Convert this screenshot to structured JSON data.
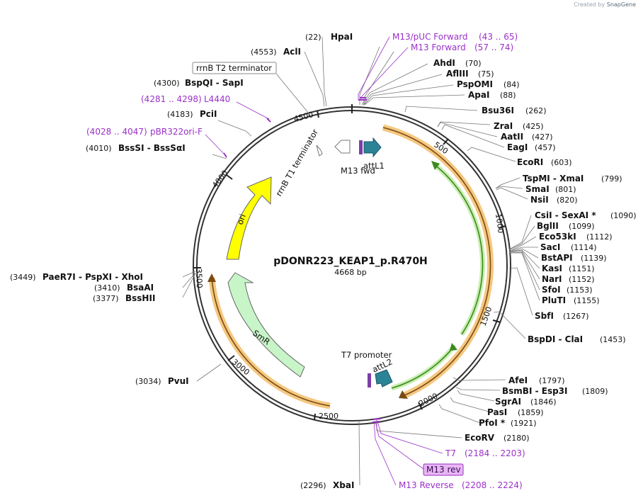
{
  "credit": {
    "prefix": "Created by",
    "brand": "SnapGene"
  },
  "plasmid": {
    "name": "pDONR223_KEAP1_p.R470H",
    "length_label": "4668 bp"
  },
  "enzymes": [
    {
      "pos": "(22)",
      "name": "HpaI"
    },
    {
      "pos": "(4553)",
      "name": "AclI"
    },
    {
      "pos": "(4300)",
      "name": "BspQI  -  SapI"
    },
    {
      "pos": "(4183)",
      "name": "PciI"
    },
    {
      "pos": "(4010)",
      "name": "BssSI  -  BssSαI"
    },
    {
      "pos": "(3449)",
      "name": "PaeR7I  -  PspXI  -  XhoI"
    },
    {
      "pos": "(3410)",
      "name": "BsaAI"
    },
    {
      "pos": "(3377)",
      "name": "BssHII"
    },
    {
      "pos": "(3034)",
      "name": "PvuI"
    },
    {
      "pos": "(2296)",
      "name": "XbaI"
    },
    {
      "pos": "(70)",
      "name": "AhdI"
    },
    {
      "pos": "(75)",
      "name": "AflIII"
    },
    {
      "pos": "(84)",
      "name": "PspOMI"
    },
    {
      "pos": "(88)",
      "name": "ApaI"
    },
    {
      "pos": "(262)",
      "name": "Bsu36I"
    },
    {
      "pos": "(425)",
      "name": "ZraI"
    },
    {
      "pos": "(427)",
      "name": "AatII"
    },
    {
      "pos": "(457)",
      "name": "EagI"
    },
    {
      "pos": "(603)",
      "name": "EcoRI"
    },
    {
      "pos": "(799)",
      "name": "TspMI  -  XmaI"
    },
    {
      "pos": "(801)",
      "name": "SmaI"
    },
    {
      "pos": "(820)",
      "name": "NsiI"
    },
    {
      "pos": "(1090)",
      "name": "CsiI  -  SexAI *"
    },
    {
      "pos": "(1099)",
      "name": "BglII"
    },
    {
      "pos": "(1112)",
      "name": "Eco53kI"
    },
    {
      "pos": "(1114)",
      "name": "SacI"
    },
    {
      "pos": "(1139)",
      "name": "BstAPI"
    },
    {
      "pos": "(1151)",
      "name": "KasI"
    },
    {
      "pos": "(1152)",
      "name": "NarI"
    },
    {
      "pos": "(1153)",
      "name": "SfoI"
    },
    {
      "pos": "(1155)",
      "name": "PluTI"
    },
    {
      "pos": "(1267)",
      "name": "SbfI"
    },
    {
      "pos": "(1453)",
      "name": "BspDI  -  ClaI"
    },
    {
      "pos": "(1797)",
      "name": "AfeI"
    },
    {
      "pos": "(1809)",
      "name": "BsmBI  -  Esp3I"
    },
    {
      "pos": "(1846)",
      "name": "SgrAI"
    },
    {
      "pos": "(1859)",
      "name": "PasI"
    },
    {
      "pos": "(1921)",
      "name": "PfoI *"
    },
    {
      "pos": "(2180)",
      "name": "EcoRV"
    }
  ],
  "primers": [
    {
      "name": "M13/pUC Forward",
      "range": "(43 .. 65)"
    },
    {
      "name": "M13 Forward",
      "range": "(57 .. 74)"
    },
    {
      "name": "L4440",
      "range": "(4281 .. 4298)"
    },
    {
      "name": "pBR322ori-F",
      "range": "(4028 .. 4047)"
    },
    {
      "name": "T7",
      "range": "(2184 .. 2203)"
    },
    {
      "name": "M13 rev",
      "range": ""
    },
    {
      "name": "M13 Reverse",
      "range": "(2208 .. 2224)"
    }
  ],
  "terminator_box": "rrnB T2 terminator",
  "features": {
    "rrnb_t1": "rrnB T1 terminator",
    "m13fwd": "M13 fwd",
    "attl1": "attL1",
    "ori": "ori",
    "smr": "SmR",
    "t7": "T7 promoter",
    "attl2": "attL2"
  },
  "ticks": [
    "500",
    "1000",
    "1500",
    "2000",
    "2500",
    "3000",
    "3500",
    "4000",
    "4500"
  ],
  "colors": {
    "primer": "#9b30c8",
    "ori": "#ffff00",
    "smr": "#c8f5c8",
    "orf_orange": "#f5c880",
    "green_arrow": "#66b832",
    "feature_teal": "#2b8396",
    "att_purple": "#7b3fa8"
  }
}
